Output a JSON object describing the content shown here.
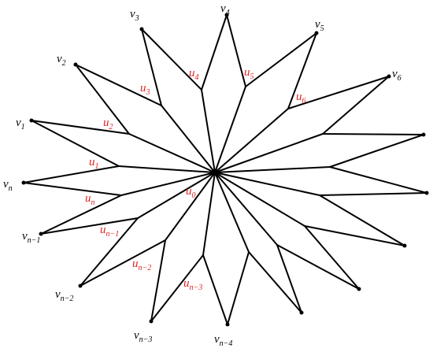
{
  "colors": {
    "lines": "#000000",
    "outer_labels": "#000000",
    "inner_labels": "#e02020"
  },
  "labels": {
    "v4": {
      "base": "v",
      "sub": "4"
    },
    "v3": {
      "base": "v",
      "sub": "3"
    },
    "v5": {
      "base": "v",
      "sub": "5"
    },
    "v2": {
      "base": "v",
      "sub": "2"
    },
    "v6": {
      "base": "v",
      "sub": "6"
    },
    "v1": {
      "base": "v",
      "sub": "1"
    },
    "vn": {
      "base": "v",
      "sub": "n"
    },
    "vn1": {
      "base": "v",
      "sub": "n−1"
    },
    "vn2": {
      "base": "v",
      "sub": "n−2"
    },
    "vn3": {
      "base": "v",
      "sub": "n−3"
    },
    "vn4": {
      "base": "v",
      "sub": "n−4"
    },
    "u4": {
      "base": "u",
      "sub": "4"
    },
    "u5": {
      "base": "u",
      "sub": "5"
    },
    "u3": {
      "base": "u",
      "sub": "3"
    },
    "u6": {
      "base": "u",
      "sub": "6"
    },
    "u2": {
      "base": "u",
      "sub": "2"
    },
    "u1": {
      "base": "u",
      "sub": "1"
    },
    "un": {
      "base": "u",
      "sub": "n"
    },
    "u0": {
      "base": "u",
      "sub": "0"
    },
    "un1": {
      "base": "u",
      "sub": "n−1"
    },
    "un2": {
      "base": "u",
      "sub": "n−2"
    },
    "un3": {
      "base": "u",
      "sub": "n−3"
    }
  }
}
